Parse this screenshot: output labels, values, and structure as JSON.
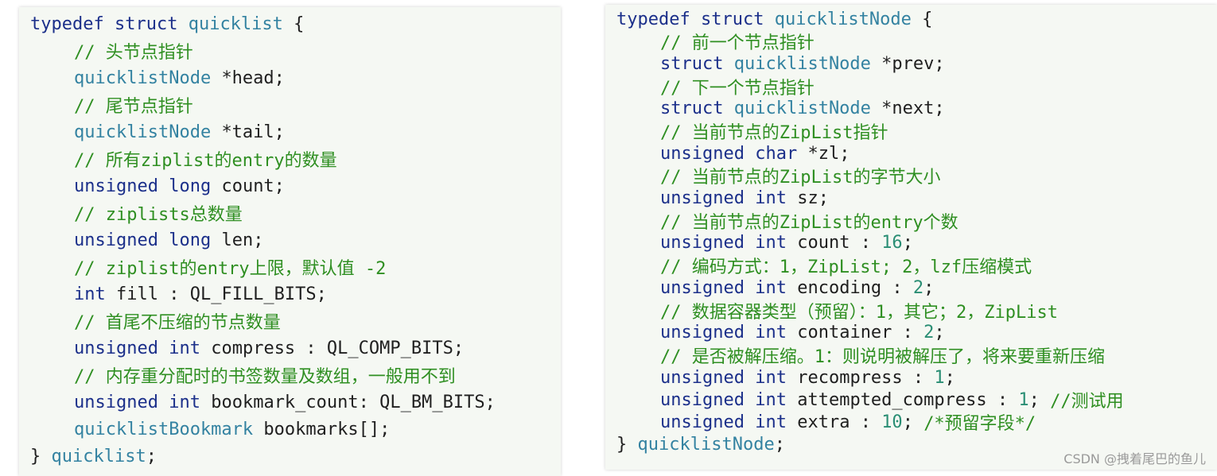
{
  "left": {
    "lines": [
      {
        "indent": 0,
        "tokens": [
          {
            "t": "kw",
            "v": "typedef"
          },
          {
            "t": "punct",
            "v": " "
          },
          {
            "t": "kw",
            "v": "struct"
          },
          {
            "t": "punct",
            "v": " "
          },
          {
            "t": "ty",
            "v": "quicklist"
          },
          {
            "t": "punct",
            "v": " {"
          }
        ]
      },
      {
        "indent": 1,
        "tokens": [
          {
            "t": "cm",
            "v": "// 头节点指针"
          }
        ]
      },
      {
        "indent": 1,
        "tokens": [
          {
            "t": "ty",
            "v": "quicklistNode"
          },
          {
            "t": "punct",
            "v": " "
          },
          {
            "t": "id",
            "v": "*head;"
          }
        ]
      },
      {
        "indent": 1,
        "tokens": [
          {
            "t": "cm",
            "v": "// 尾节点指针"
          }
        ]
      },
      {
        "indent": 1,
        "tokens": [
          {
            "t": "ty",
            "v": "quicklistNode"
          },
          {
            "t": "punct",
            "v": " "
          },
          {
            "t": "id",
            "v": "*tail;"
          }
        ]
      },
      {
        "indent": 1,
        "tokens": [
          {
            "t": "cm",
            "v": "// 所有ziplist的entry的数量"
          }
        ]
      },
      {
        "indent": 1,
        "tokens": [
          {
            "t": "kw",
            "v": "unsigned"
          },
          {
            "t": "punct",
            "v": " "
          },
          {
            "t": "kw",
            "v": "long"
          },
          {
            "t": "punct",
            "v": " "
          },
          {
            "t": "id",
            "v": "count;"
          }
        ]
      },
      {
        "indent": 1,
        "tokens": [
          {
            "t": "cm",
            "v": "// ziplists总数量"
          }
        ]
      },
      {
        "indent": 1,
        "tokens": [
          {
            "t": "kw",
            "v": "unsigned"
          },
          {
            "t": "punct",
            "v": " "
          },
          {
            "t": "kw",
            "v": "long"
          },
          {
            "t": "punct",
            "v": " "
          },
          {
            "t": "id",
            "v": "len;"
          }
        ]
      },
      {
        "indent": 1,
        "tokens": [
          {
            "t": "cm",
            "v": "// ziplist的entry上限，默认值 -2"
          }
        ]
      },
      {
        "indent": 1,
        "tokens": [
          {
            "t": "kw",
            "v": "int"
          },
          {
            "t": "punct",
            "v": " "
          },
          {
            "t": "id",
            "v": "fill : QL_FILL_BITS;"
          }
        ]
      },
      {
        "indent": 1,
        "tokens": [
          {
            "t": "cm",
            "v": "// 首尾不压缩的节点数量"
          }
        ]
      },
      {
        "indent": 1,
        "tokens": [
          {
            "t": "kw",
            "v": "unsigned"
          },
          {
            "t": "punct",
            "v": " "
          },
          {
            "t": "kw",
            "v": "int"
          },
          {
            "t": "punct",
            "v": " "
          },
          {
            "t": "id",
            "v": "compress : QL_COMP_BITS;"
          }
        ]
      },
      {
        "indent": 1,
        "tokens": [
          {
            "t": "cm",
            "v": "// 内存重分配时的书签数量及数组，一般用不到"
          }
        ]
      },
      {
        "indent": 1,
        "tokens": [
          {
            "t": "kw",
            "v": "unsigned"
          },
          {
            "t": "punct",
            "v": " "
          },
          {
            "t": "kw",
            "v": "int"
          },
          {
            "t": "punct",
            "v": " "
          },
          {
            "t": "id",
            "v": "bookmark_count: QL_BM_BITS;"
          }
        ]
      },
      {
        "indent": 1,
        "tokens": [
          {
            "t": "ty",
            "v": "quicklistBookmark"
          },
          {
            "t": "punct",
            "v": " "
          },
          {
            "t": "id",
            "v": "bookmarks[];"
          }
        ]
      },
      {
        "indent": 0,
        "tokens": [
          {
            "t": "punct",
            "v": "} "
          },
          {
            "t": "ty",
            "v": "quicklist"
          },
          {
            "t": "punct",
            "v": ";"
          }
        ]
      }
    ]
  },
  "right": {
    "lines": [
      {
        "indent": 0,
        "tokens": [
          {
            "t": "kw",
            "v": "typedef"
          },
          {
            "t": "punct",
            "v": " "
          },
          {
            "t": "kw",
            "v": "struct"
          },
          {
            "t": "punct",
            "v": " "
          },
          {
            "t": "ty",
            "v": "quicklistNode"
          },
          {
            "t": "punct",
            "v": " {"
          }
        ]
      },
      {
        "indent": 1,
        "tokens": [
          {
            "t": "cm",
            "v": "// 前一个节点指针"
          }
        ]
      },
      {
        "indent": 1,
        "tokens": [
          {
            "t": "kw",
            "v": "struct"
          },
          {
            "t": "punct",
            "v": " "
          },
          {
            "t": "ty",
            "v": "quicklistNode"
          },
          {
            "t": "punct",
            "v": " "
          },
          {
            "t": "id",
            "v": "*prev;"
          }
        ]
      },
      {
        "indent": 1,
        "tokens": [
          {
            "t": "cm",
            "v": "// 下一个节点指针"
          }
        ]
      },
      {
        "indent": 1,
        "tokens": [
          {
            "t": "kw",
            "v": "struct"
          },
          {
            "t": "punct",
            "v": " "
          },
          {
            "t": "ty",
            "v": "quicklistNode"
          },
          {
            "t": "punct",
            "v": " "
          },
          {
            "t": "id",
            "v": "*next;"
          }
        ]
      },
      {
        "indent": 1,
        "tokens": [
          {
            "t": "cm",
            "v": "// 当前节点的ZipList指针"
          }
        ]
      },
      {
        "indent": 1,
        "tokens": [
          {
            "t": "kw",
            "v": "unsigned"
          },
          {
            "t": "punct",
            "v": " "
          },
          {
            "t": "kw",
            "v": "char"
          },
          {
            "t": "punct",
            "v": " "
          },
          {
            "t": "id",
            "v": "*zl;"
          }
        ]
      },
      {
        "indent": 1,
        "tokens": [
          {
            "t": "cm",
            "v": "// 当前节点的ZipList的字节大小"
          }
        ]
      },
      {
        "indent": 1,
        "tokens": [
          {
            "t": "kw",
            "v": "unsigned"
          },
          {
            "t": "punct",
            "v": " "
          },
          {
            "t": "kw",
            "v": "int"
          },
          {
            "t": "punct",
            "v": " "
          },
          {
            "t": "id",
            "v": "sz;"
          }
        ]
      },
      {
        "indent": 1,
        "tokens": [
          {
            "t": "cm",
            "v": "// 当前节点的ZipList的entry个数"
          }
        ]
      },
      {
        "indent": 1,
        "tokens": [
          {
            "t": "kw",
            "v": "unsigned"
          },
          {
            "t": "punct",
            "v": " "
          },
          {
            "t": "kw",
            "v": "int"
          },
          {
            "t": "punct",
            "v": " "
          },
          {
            "t": "id",
            "v": "count : "
          },
          {
            "t": "num",
            "v": "16"
          },
          {
            "t": "punct",
            "v": ";"
          }
        ]
      },
      {
        "indent": 1,
        "tokens": [
          {
            "t": "cm",
            "v": "// 编码方式：1，ZipList; 2，lzf压缩模式"
          }
        ]
      },
      {
        "indent": 1,
        "tokens": [
          {
            "t": "kw",
            "v": "unsigned"
          },
          {
            "t": "punct",
            "v": " "
          },
          {
            "t": "kw",
            "v": "int"
          },
          {
            "t": "punct",
            "v": " "
          },
          {
            "t": "id",
            "v": "encoding : "
          },
          {
            "t": "num",
            "v": "2"
          },
          {
            "t": "punct",
            "v": ";"
          }
        ]
      },
      {
        "indent": 1,
        "tokens": [
          {
            "t": "cm",
            "v": "// 数据容器类型（预留）：1，其它；2，ZipList"
          }
        ]
      },
      {
        "indent": 1,
        "tokens": [
          {
            "t": "kw",
            "v": "unsigned"
          },
          {
            "t": "punct",
            "v": " "
          },
          {
            "t": "kw",
            "v": "int"
          },
          {
            "t": "punct",
            "v": " "
          },
          {
            "t": "id",
            "v": "container : "
          },
          {
            "t": "num",
            "v": "2"
          },
          {
            "t": "punct",
            "v": ";"
          }
        ]
      },
      {
        "indent": 1,
        "tokens": [
          {
            "t": "cm",
            "v": "// 是否被解压缩。1：则说明被解压了，将来要重新压缩"
          }
        ]
      },
      {
        "indent": 1,
        "tokens": [
          {
            "t": "kw",
            "v": "unsigned"
          },
          {
            "t": "punct",
            "v": " "
          },
          {
            "t": "kw",
            "v": "int"
          },
          {
            "t": "punct",
            "v": " "
          },
          {
            "t": "id",
            "v": "recompress : "
          },
          {
            "t": "num",
            "v": "1"
          },
          {
            "t": "punct",
            "v": ";"
          }
        ]
      },
      {
        "indent": 1,
        "tokens": [
          {
            "t": "kw",
            "v": "unsigned"
          },
          {
            "t": "punct",
            "v": " "
          },
          {
            "t": "kw",
            "v": "int"
          },
          {
            "t": "punct",
            "v": " "
          },
          {
            "t": "id",
            "v": "attempted_compress : "
          },
          {
            "t": "num",
            "v": "1"
          },
          {
            "t": "punct",
            "v": "; "
          },
          {
            "t": "cm",
            "v": "//测试用"
          }
        ]
      },
      {
        "indent": 1,
        "tokens": [
          {
            "t": "kw",
            "v": "unsigned"
          },
          {
            "t": "punct",
            "v": " "
          },
          {
            "t": "kw",
            "v": "int"
          },
          {
            "t": "punct",
            "v": " "
          },
          {
            "t": "id",
            "v": "extra : "
          },
          {
            "t": "num",
            "v": "10"
          },
          {
            "t": "punct",
            "v": "; "
          },
          {
            "t": "cm",
            "v": "/*预留字段*/"
          }
        ]
      },
      {
        "indent": 0,
        "tokens": [
          {
            "t": "punct",
            "v": "} "
          },
          {
            "t": "ty",
            "v": "quicklistNode"
          },
          {
            "t": "punct",
            "v": ";"
          }
        ]
      }
    ]
  },
  "watermark": "CSDN @拽着尾巴的鱼儿",
  "colors": {
    "keyword": "#1b2f8a",
    "type": "#3382a1",
    "comment": "#2f8f22",
    "number": "#2a8e74",
    "panel_bg": "#f5f8f3"
  }
}
